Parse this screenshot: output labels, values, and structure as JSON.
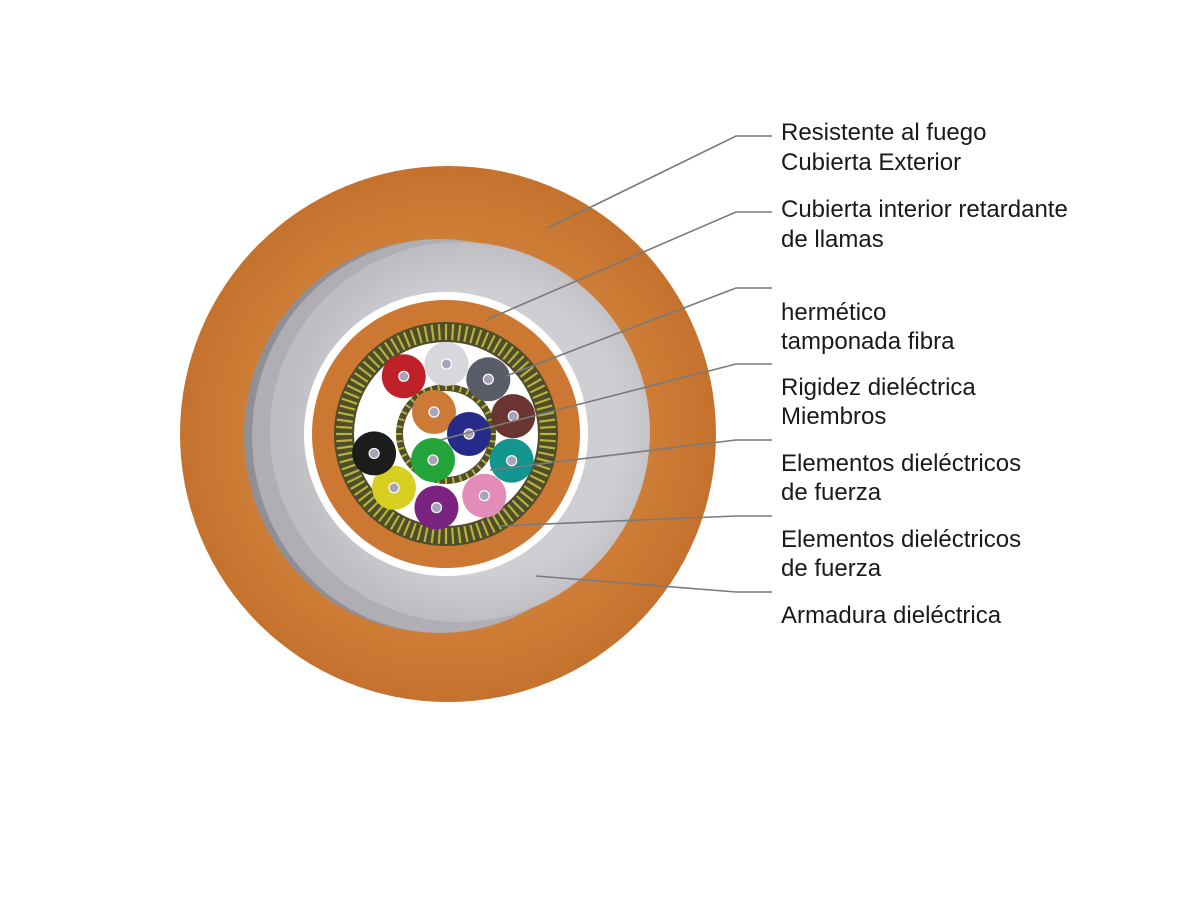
{
  "labels": [
    {
      "lines": [
        "Resistente al fuego",
        "Cubierta Exterior"
      ]
    },
    {
      "lines": [
        "Cubierta interior retardante",
        "de llamas"
      ]
    },
    {
      "lines": [
        "hermético",
        "tamponada  fibra"
      ]
    },
    {
      "lines": [
        "Rigidez dieléctrica",
        "Miembros"
      ]
    },
    {
      "lines": [
        "Elementos dieléctricos",
        "de fuerza"
      ]
    },
    {
      "lines": [
        "Elementos dieléctricos",
        "de fuerza"
      ]
    },
    {
      "lines": [
        "Armadura dieléctrica"
      ]
    }
  ],
  "colors": {
    "outer_jacket": "#cd7a33",
    "inner_jacket": "#c9c9cd",
    "yarn_dark": "#4a4a28",
    "yarn_light": "#b7b23a",
    "leader": "#7a7a7a"
  },
  "fibers": [
    {
      "name": "red-fiber",
      "color": "#c0202a"
    },
    {
      "name": "white-fiber",
      "color": "#d8d8dc"
    },
    {
      "name": "slate-fiber",
      "color": "#5a5d68"
    },
    {
      "name": "brown-fiber",
      "color": "#6a3530"
    },
    {
      "name": "teal-fiber",
      "color": "#139590"
    },
    {
      "name": "pink-fiber",
      "color": "#e38cb8"
    },
    {
      "name": "violet-fiber",
      "color": "#7a237f"
    },
    {
      "name": "yellow-fiber",
      "color": "#d7cf1f"
    },
    {
      "name": "black-fiber",
      "color": "#1c1c1c"
    },
    {
      "name": "orange-fiber",
      "color": "#cc7a35"
    },
    {
      "name": "blue-fiber",
      "color": "#262b8a"
    },
    {
      "name": "green-fiber",
      "color": "#22a43a"
    }
  ]
}
